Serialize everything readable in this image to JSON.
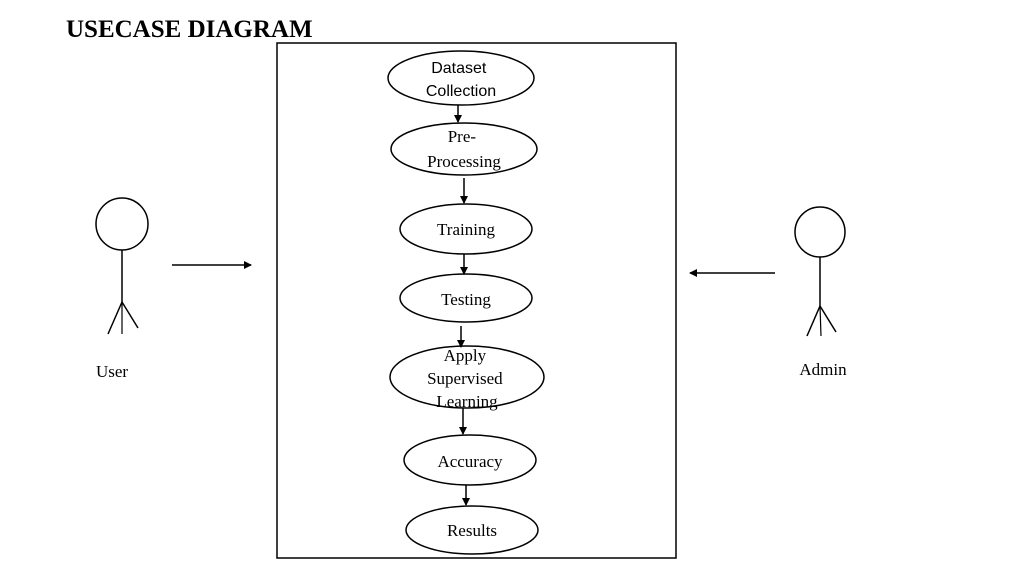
{
  "title": "USECASE DIAGRAM",
  "actors": {
    "user": {
      "label": "User"
    },
    "admin": {
      "label": "Admin"
    }
  },
  "use_cases": [
    {
      "id": "dataset-collection",
      "lines": [
        "Dataset",
        "Collection"
      ]
    },
    {
      "id": "pre-processing",
      "lines": [
        "Pre-",
        "Processing"
      ]
    },
    {
      "id": "training",
      "lines": [
        "Training"
      ]
    },
    {
      "id": "testing",
      "lines": [
        "Testing"
      ]
    },
    {
      "id": "apply-supervised-learning",
      "lines": [
        "Apply",
        "Supervised",
        "Learning"
      ]
    },
    {
      "id": "accuracy",
      "lines": [
        "Accuracy"
      ]
    },
    {
      "id": "results",
      "lines": [
        "Results"
      ]
    }
  ]
}
